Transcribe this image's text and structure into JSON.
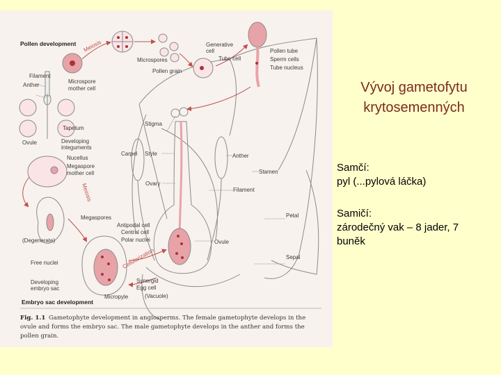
{
  "slide": {
    "title_lines": [
      "Vývoj gametofytu",
      "krytosemenných"
    ],
    "male": {
      "heading": "Samčí:",
      "text": "pyl (...pylová láčka)"
    },
    "female": {
      "heading": "Samičí:",
      "text_lines": [
        "zárodečný vak – 8 jader, 7",
        "buněk"
      ]
    }
  },
  "figure": {
    "pollen_heading": "Pollen development",
    "embryo_heading": "Embryo sac development",
    "meiosis_label": "Meiosis",
    "cellularization_label": "Cellularization",
    "labels": {
      "filament_left": "Filament",
      "anther_left": "Anther",
      "microspore_mother_line1": "Microspore",
      "microspore_mother_line2": "mother cell",
      "tapetum": "Tapetum",
      "microspores": "Microspores",
      "pollen_grain": "Pollen grain",
      "generative_line1": "Generative",
      "generative_line2": "cell",
      "tube_cell": "Tube cell",
      "pollen_tube": "Pollen tube",
      "sperm_cells": "Sperm cells",
      "tube_nucleus": "Tube nucleus",
      "stigma": "Stigma",
      "carpel": "Carpel",
      "style": "Style",
      "anther_right": "Anther",
      "stamen": "Stamen",
      "ovary": "Ovary",
      "filament_right": "Filament",
      "petal": "Petal",
      "ovule_left": "Ovule",
      "developing_integ_line1": "Developing",
      "developing_integ_line2": "integuments",
      "nucellus": "Nucellus",
      "megaspore_line1": "Megaspore",
      "megaspore_line2": "mother cell",
      "megaspores": "Megaspores",
      "degenerate": "(Degenerate)",
      "antipodal": "Antipodal cell",
      "central": "Central cell",
      "polar": "Polar nuclei",
      "ovule_right": "Ovule",
      "sepal": "Sepal",
      "free_nuclei": "Free nuclei",
      "dev_embryo_line1": "Developing",
      "dev_embryo_line2": "embryo sac",
      "synergid": "Synergid",
      "egg": "Egg cell",
      "vacuole": "(Vacuole)",
      "micropyle": "Micropyle"
    },
    "caption": {
      "fig_label": "Fig. 1.1",
      "lines": [
        "Gametophyte development in angiosperms. The female gametophyte develops in the",
        "ovule and forms the embryo sac. The male gametophyte develops in the anther and forms the",
        "pollen grain."
      ]
    }
  },
  "colors": {
    "background": "#ffffcc",
    "title": "#7a2a1e",
    "figure_bg": "#f7f2ee",
    "pink_cell": "#e8a3a8",
    "nucleus": "#a8323a",
    "outline": "#6e6e6e"
  }
}
